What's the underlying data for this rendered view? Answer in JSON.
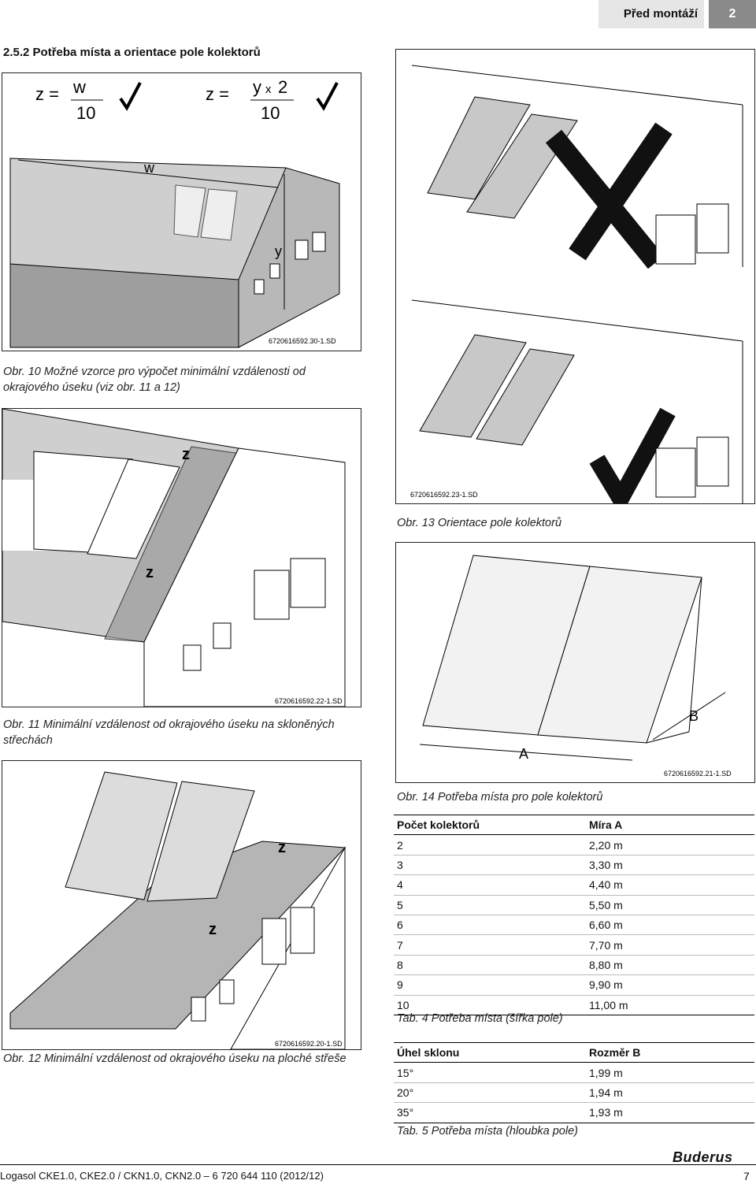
{
  "header": {
    "title": "Před montáží",
    "page_number": "2"
  },
  "section": {
    "title": "2.5.2   Potřeba místa a orientace pole kolektorů"
  },
  "fig10": {
    "formula1": {
      "lhs": "z =",
      "num": "w",
      "den": "10"
    },
    "formula2": {
      "lhs": "z =",
      "num_a": "y",
      "times": "x",
      "num_b": "2",
      "den": "10"
    },
    "label_w": "w",
    "label_y": "y",
    "code": "6720616592.30-1.SD",
    "caption": "Obr. 10  Možné vzorce pro výpočet minimální vzdálenosti od okrajového úseku (viz obr. 11 a 12)"
  },
  "fig11": {
    "label_z_top": "z",
    "label_z_bottom": "z",
    "code": "6720616592.22-1.SD",
    "caption": "Obr. 11  Minimální vzdálenost od okrajového úseku na skloněných střechách"
  },
  "fig12": {
    "label_z_top": "z",
    "label_z_bottom": "z",
    "code": "6720616592.20-1.SD",
    "caption": "Obr. 12  Minimální vzdálenost od okrajového úseku na ploché střeše"
  },
  "fig13": {
    "code": "6720616592.23-1.SD",
    "caption": "Obr. 13  Orientace pole kolektorů"
  },
  "fig14": {
    "label_a": "A",
    "label_b": "B",
    "code": "6720616592.21-1.SD",
    "caption": "Obr. 14  Potřeba místa pro pole kolektorů"
  },
  "table4": {
    "headers": [
      "Počet kolektorů",
      "Míra A"
    ],
    "rows": [
      [
        "2",
        "2,20 m"
      ],
      [
        "3",
        "3,30 m"
      ],
      [
        "4",
        "4,40 m"
      ],
      [
        "5",
        "5,50 m"
      ],
      [
        "6",
        "6,60 m"
      ],
      [
        "7",
        "7,70 m"
      ],
      [
        "8",
        "8,80 m"
      ],
      [
        "9",
        "9,90 m"
      ],
      [
        "10",
        "11,00 m"
      ]
    ],
    "caption": "Tab. 4   Potřeba místa (šířka pole)"
  },
  "table5": {
    "headers": [
      "Úhel sklonu",
      "Rozměr B"
    ],
    "rows": [
      [
        "15°",
        "1,99 m"
      ],
      [
        "20°",
        "1,94 m"
      ],
      [
        "35°",
        "1,93 m"
      ]
    ],
    "caption": "Tab. 5   Potřeba místa (hloubka pole)"
  },
  "footer": {
    "left": "Logasol CKE1.0, CKE2.0 / CKN1.0, CKN2.0 – 6 720 644 110 (2012/12)",
    "page": "7",
    "brand": "Buderus"
  }
}
